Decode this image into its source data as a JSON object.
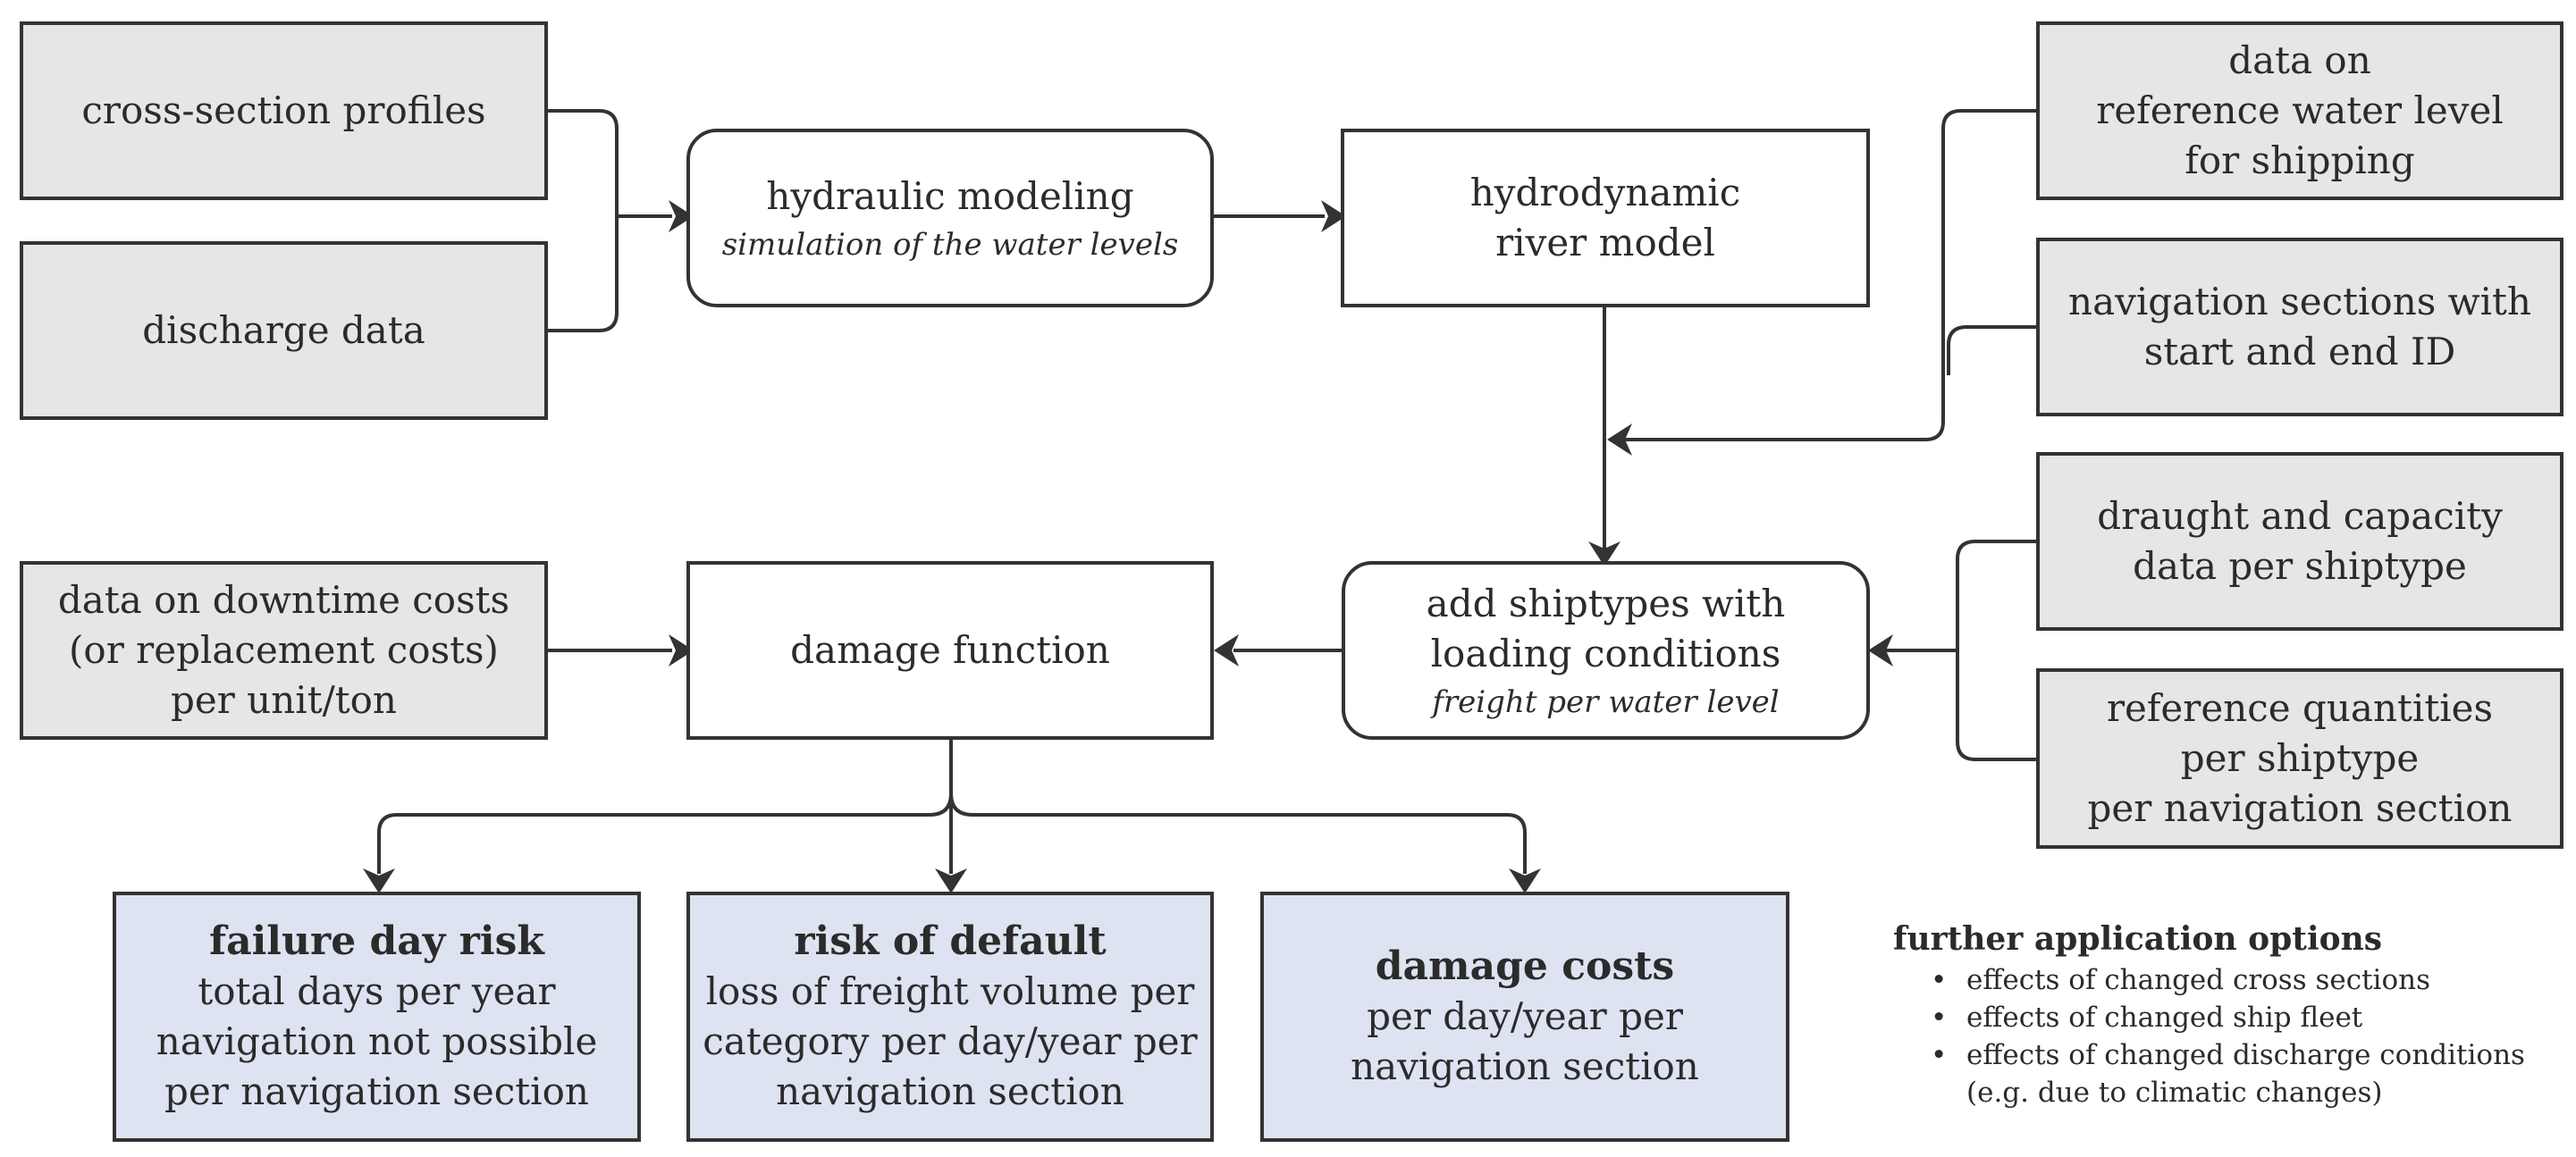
{
  "inputs": {
    "cross_section": "cross-section profiles",
    "discharge": "discharge data",
    "reference_water_level": [
      "data on",
      "reference water level",
      "for shipping"
    ],
    "navigation_sections": [
      "navigation sections with",
      "start and end ID"
    ],
    "draught_capacity": [
      "draught and capacity",
      "data per shiptype"
    ],
    "reference_quantities": [
      "reference quantities",
      "per shiptype",
      "per navigation section"
    ],
    "downtime_costs": [
      "data on downtime costs",
      "(or replacement costs)",
      "per unit/ton"
    ]
  },
  "processes": {
    "hydraulic": {
      "title": "hydraulic modeling",
      "subtitle": "simulation of the water levels"
    },
    "hydrodynamic": [
      "hydrodynamic",
      "river model"
    ],
    "shiptypes": {
      "lines": [
        "add shiptypes with",
        "loading conditions"
      ],
      "subtitle": "freight per water level"
    },
    "damage_function": "damage function"
  },
  "outputs": {
    "failure_day_risk": {
      "title": "failure day risk",
      "lines": [
        "total days per year",
        "navigation not possible",
        "per navigation section"
      ]
    },
    "risk_of_default": {
      "title": "risk of default",
      "lines": [
        "loss of freight volume per",
        "category per day/year per",
        "navigation section"
      ]
    },
    "damage_costs": {
      "title": "damage costs",
      "lines": [
        "per day/year per",
        "navigation section"
      ]
    }
  },
  "further": {
    "title": "further application options",
    "items": [
      "effects of changed cross sections",
      "effects of changed ship fleet",
      "effects of changed discharge conditions",
      "(e.g. due to climatic changes)"
    ],
    "bullet": "•"
  },
  "colors": {
    "input_fill": "#e6e6e6",
    "output_fill": "#dde3f1",
    "border": "#333333"
  }
}
